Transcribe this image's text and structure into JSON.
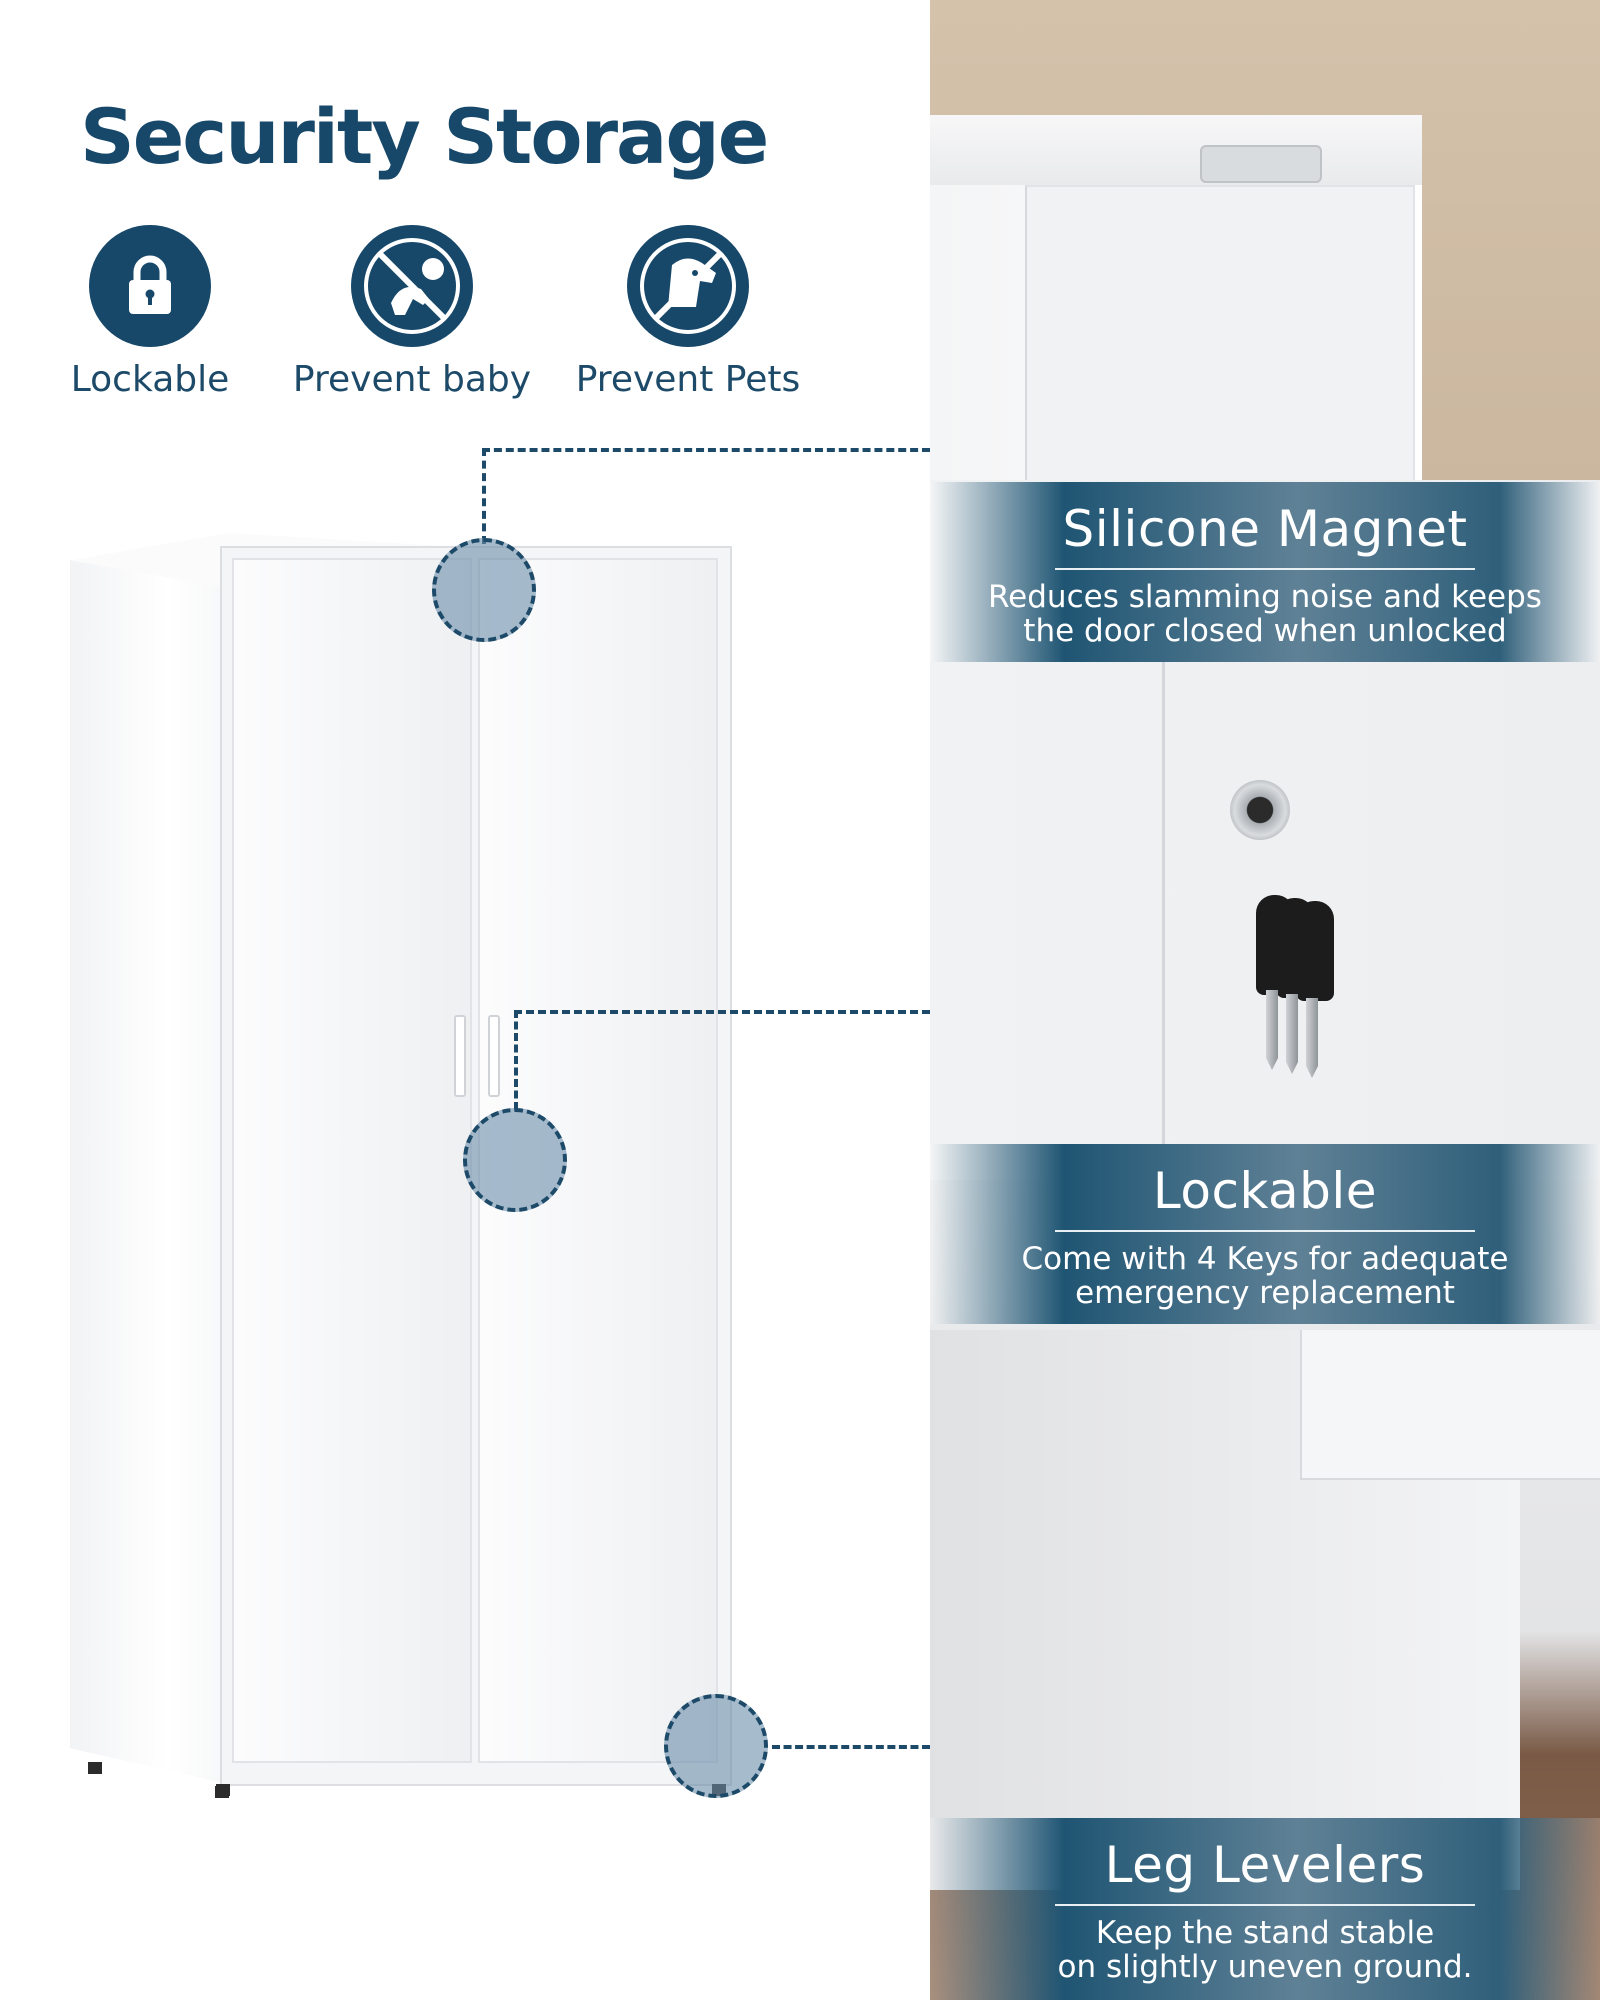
{
  "headline": "Security Storage",
  "features": [
    {
      "icon": "padlock-icon",
      "label": "Lockable"
    },
    {
      "icon": "no-baby-icon",
      "label": "Prevent baby"
    },
    {
      "icon": "no-pets-icon",
      "label": "Prevent Pets"
    }
  ],
  "callouts": [
    {
      "title": "Silicone Magnet",
      "description_line1": "Reduces slamming noise and keeps",
      "description_line2": "the door closed when unlocked"
    },
    {
      "title": "Lockable",
      "description_line1": "Come with 4 Keys for adequate",
      "description_line2": "emergency replacement"
    },
    {
      "title": "Leg Levelers",
      "description_line1": "Keep the stand stable",
      "description_line2": "on slightly uneven ground."
    }
  ],
  "colors": {
    "brand": "#17486a",
    "band_mid": "#5f8196",
    "background": "#ffffff"
  }
}
